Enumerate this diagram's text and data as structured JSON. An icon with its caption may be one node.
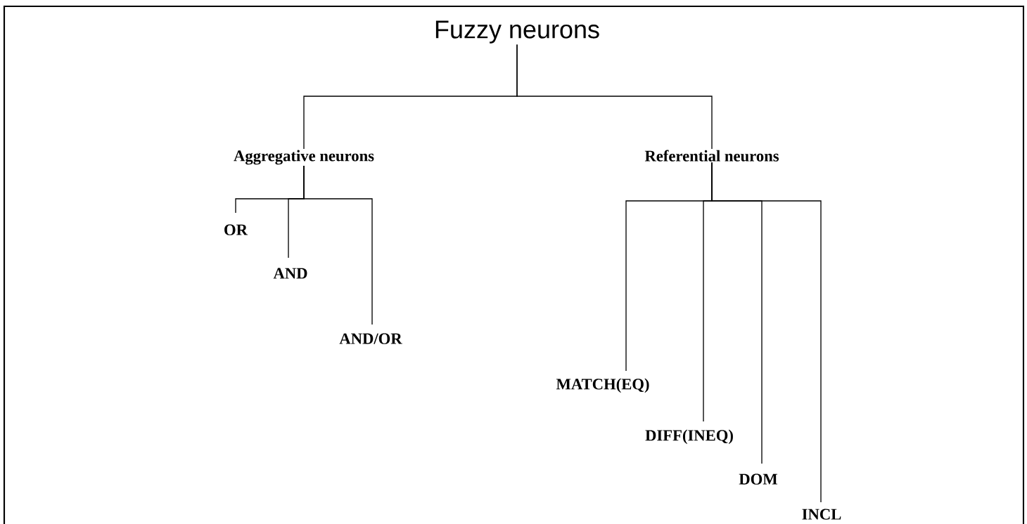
{
  "diagram": {
    "nodes": [
      {
        "text": [
          "Fuzzy neurons"
        ]
      },
      {
        "text": [
          "Aggregative neurons"
        ]
      },
      {
        "text": [
          "OR"
        ]
      },
      {
        "text": [
          "AND"
        ]
      },
      {
        "text": [
          "AND/OR"
        ]
      },
      {
        "text": [
          "Referential neurons"
        ]
      },
      {
        "text": [
          "MATCH(EQ)"
        ]
      },
      {
        "text": [
          "DIFF(INEQ)"
        ]
      },
      {
        "text": [
          "DOM"
        ]
      },
      {
        "text": [
          "INCL"
        ]
      }
    ],
    "edges": [
      {
        "from": 0,
        "to": 1,
        "arrow": "none"
      },
      {
        "from": 0,
        "to": 5,
        "arrow": "none"
      },
      {
        "from": 1,
        "to": 2,
        "arrow": "none"
      },
      {
        "from": 1,
        "to": 3,
        "arrow": "none"
      },
      {
        "from": 1,
        "to": 4,
        "arrow": "none"
      },
      {
        "from": 5,
        "to": 6,
        "arrow": "none"
      },
      {
        "from": 5,
        "to": 7,
        "arrow": "none"
      },
      {
        "from": 5,
        "to": 8,
        "arrow": "none"
      },
      {
        "from": 5,
        "to": 9,
        "arrow": "none"
      }
    ]
  }
}
